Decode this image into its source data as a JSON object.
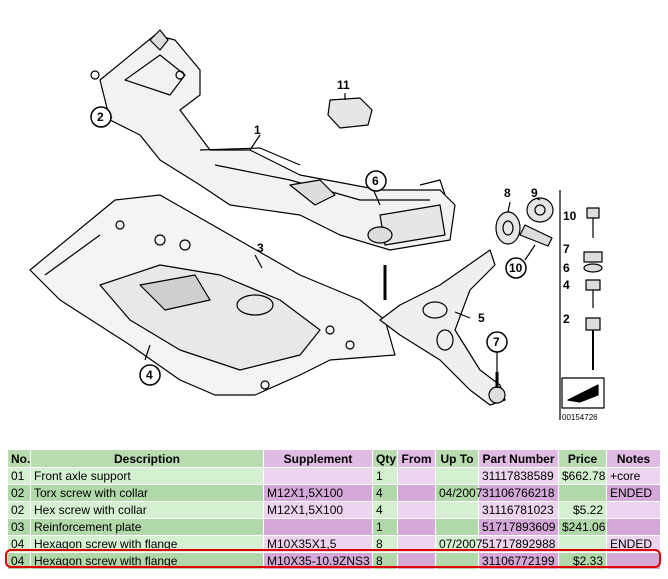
{
  "diagram": {
    "reference_id": "00154726",
    "callouts": [
      "1",
      "2",
      "3",
      "4",
      "5",
      "6",
      "7",
      "8",
      "9",
      "10",
      "11"
    ],
    "side_labels": [
      "10",
      "7",
      "6",
      "4",
      "2"
    ]
  },
  "table": {
    "headers": [
      "No.",
      "Description",
      "Supplement",
      "Qty",
      "From",
      "Up To",
      "Part Number",
      "Price",
      "Notes"
    ],
    "rows": [
      [
        "01",
        "Front axle support",
        "",
        "1",
        "",
        "",
        "31117838589",
        "$662.78",
        "+core"
      ],
      [
        "02",
        "Torx screw with collar",
        "M12X1,5X100",
        "4",
        "",
        "04/2007",
        "31106766218",
        "",
        "ENDED"
      ],
      [
        "02",
        "Hex screw with collar",
        "M12X1,5X100",
        "4",
        "",
        "",
        "31116781023",
        "$5.22",
        ""
      ],
      [
        "03",
        "Reinforcement plate",
        "",
        "1",
        "",
        "",
        "51717893609",
        "$241.06",
        ""
      ],
      [
        "04",
        "Hexagon screw with flange",
        "M10X35X1,5",
        "8",
        "",
        "07/2007",
        "51717892988",
        "",
        "ENDED"
      ],
      [
        "04",
        "Hexagon screw with flange",
        "M10X35-10.9ZNS3",
        "8",
        "",
        "",
        "31106772199",
        "$2.33",
        ""
      ]
    ],
    "highlighted_row": 5
  },
  "colors": {
    "header_green": "#b8dcb0",
    "header_pink": "#e0bce4",
    "row_green_a": "#d4f0d0",
    "row_pink_a": "#ecd4ee",
    "row_green_b": "#b0d8a8",
    "row_pink_b": "#d4a8d8",
    "highlight": "#e00000"
  }
}
